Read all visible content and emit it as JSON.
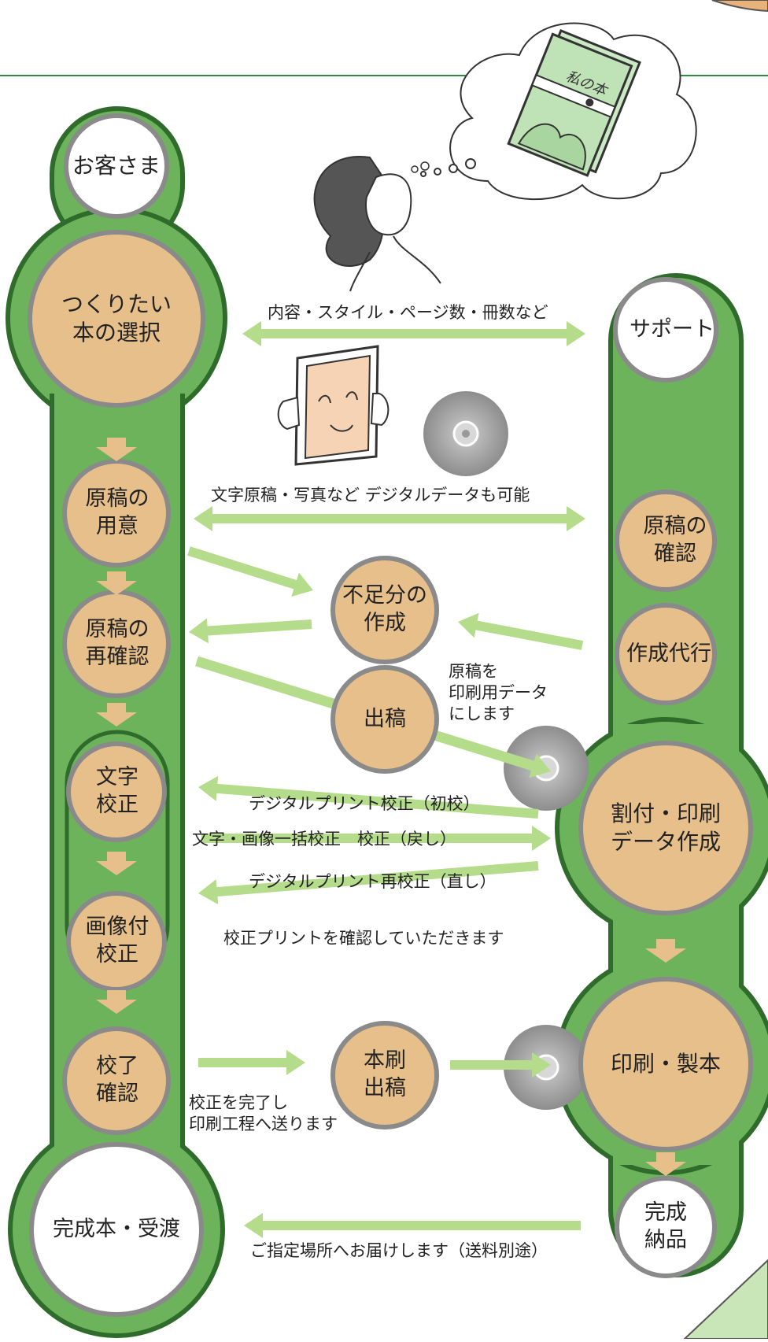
{
  "palette": {
    "pill_fill": "#6db35c",
    "pill_stroke": "#2f6b2a",
    "node_fill": "#e7bf8a",
    "node_stroke": "#8a8a8a",
    "white_node_fill": "#ffffff",
    "arrow": "#b5dc8a",
    "header_line": "#2e8a3e"
  },
  "customer": {
    "title": "お客さま",
    "steps": [
      {
        "id": "select",
        "label": "つくりたい\n本の選択"
      },
      {
        "id": "prepare",
        "label": "原稿の\n用意"
      },
      {
        "id": "reconfirm",
        "label": "原稿の\n再確認"
      },
      {
        "id": "text-proof",
        "label": "文字\n校正"
      },
      {
        "id": "image-proof",
        "label": "画像付\n校正"
      },
      {
        "id": "final-check",
        "label": "校了\n確認"
      }
    ],
    "end": "完成本・受渡"
  },
  "support": {
    "title": "サポート",
    "steps": [
      {
        "id": "check",
        "label": "原稿の\n確認"
      },
      {
        "id": "proxy",
        "label": "作成代行"
      },
      {
        "id": "layout",
        "label": "割付・印刷\nデータ作成"
      },
      {
        "id": "print",
        "label": "印刷・製本"
      }
    ],
    "end": "完成\n納品"
  },
  "middle": {
    "shortage": "不足分の\n作成",
    "submit": "出稿",
    "final_submit": "本刷\n出稿"
  },
  "labels": {
    "consult": "内容・スタイル・ページ数・冊数など",
    "materials": "文字原稿・写真など デジタルデータも可能",
    "to_print_data": "原稿を\n印刷用データ\nにします",
    "proof1": "デジタルプリント校正（初校）",
    "proof_return": "文字・画像一括校正　校正（戻し）",
    "proof2": "デジタルプリント再校正（直し）",
    "proof_note": "校正プリントを確認していただきます",
    "to_press": "校正を完了し\n印刷工程へ送ります",
    "delivery": "ご指定場所へお届けします（送料別途）",
    "book_title": "私の本"
  }
}
